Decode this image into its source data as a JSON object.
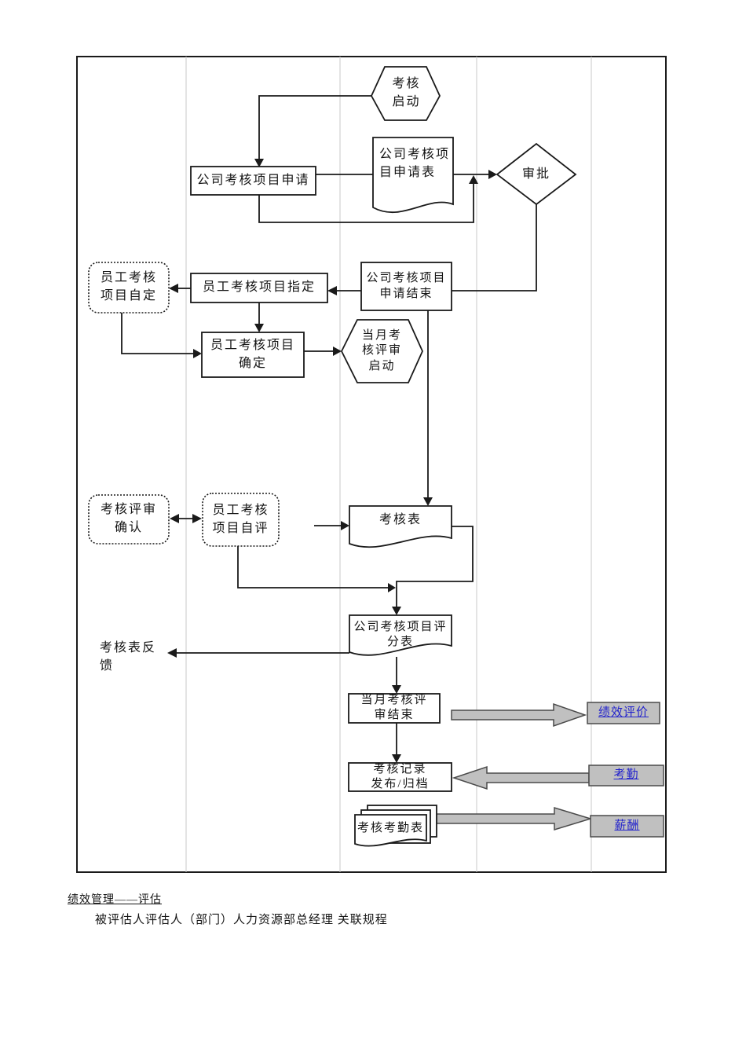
{
  "diagram": {
    "nodes": {
      "start_hex": "考核\n启动",
      "company_apply": "公司考核项目申请",
      "company_apply_form": "公司考核项\n目申请表",
      "approve": "审批",
      "emp_self_define": "员工考核\n项目自定",
      "emp_assign": "员工考核项目指定",
      "company_apply_end": "公司考核项目\n申请结束",
      "emp_confirm": "员工考核项目\n确定",
      "month_review_start": "当月考\n核评审\n启动",
      "review_confirm": "考核评审\n确认",
      "emp_self_eval": "员工考核\n项目自评",
      "assess_form": "考核表",
      "score_form": "公司考核项目评\n分表",
      "form_feedback": "考核表反\n馈",
      "month_review_end": "当月考核评\n审结束",
      "perf_eval_link": "绩效评价",
      "record_publish": "考核记录\n发布/归档",
      "attendance_link": "考勤",
      "assess_attendance_form": "考核考勤表",
      "salary_link": "薪酬"
    },
    "footer": {
      "title": "绩效管理——评估",
      "subtitle": "被评估人评估人（部门）人力资源部总经理 关联规程"
    },
    "colors": {
      "line": "#1a1a1a",
      "lane_divider": "#c9c9c9",
      "button_fill": "#c0c0c0",
      "link_text": "#2222cc"
    }
  }
}
